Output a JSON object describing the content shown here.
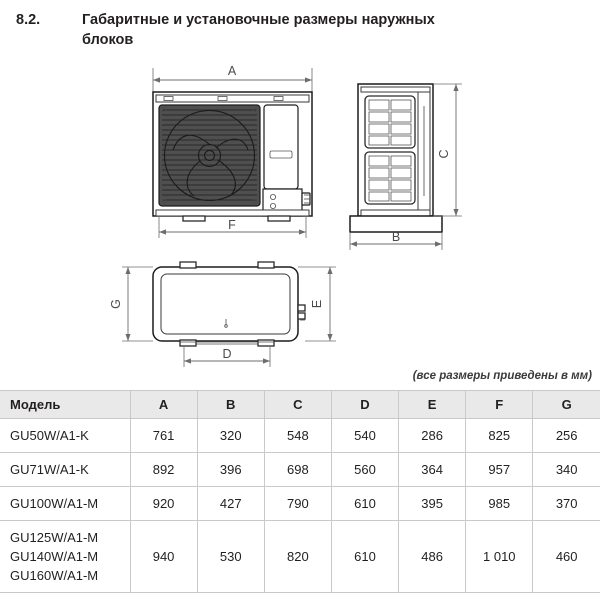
{
  "heading": {
    "number": "8.2.",
    "title": "Габаритные и установочные размеры наружных блоков"
  },
  "drawings": {
    "front_view": {
      "name": "front-view",
      "dimension_top": "A",
      "dimension_bottom": "F"
    },
    "side_view": {
      "name": "side-view",
      "dimension_right": "C",
      "dimension_bottom": "B"
    },
    "top_view": {
      "name": "top-view",
      "dimension_left": "G",
      "dimension_right": "E",
      "dimension_bottom": "D"
    }
  },
  "note": "(все размеры приведены в мм)",
  "table": {
    "headers": [
      "Модель",
      "A",
      "B",
      "C",
      "D",
      "E",
      "F",
      "G"
    ],
    "rows": [
      {
        "models": [
          "GU50W/A1-K"
        ],
        "values": [
          "761",
          "320",
          "548",
          "540",
          "286",
          "825",
          "256"
        ]
      },
      {
        "models": [
          "GU71W/A1-K"
        ],
        "values": [
          "892",
          "396",
          "698",
          "560",
          "364",
          "957",
          "340"
        ]
      },
      {
        "models": [
          "GU100W/A1-M"
        ],
        "values": [
          "920",
          "427",
          "790",
          "610",
          "395",
          "985",
          "370"
        ]
      },
      {
        "models": [
          "GU125W/A1-M",
          "GU140W/A1-M",
          "GU160W/A1-M"
        ],
        "values": [
          "940",
          "530",
          "820",
          "610",
          "486",
          "1 010",
          "460"
        ]
      }
    ]
  },
  "colors": {
    "header_bg": "#e9e9e9",
    "border": "#c9c9c9",
    "text": "#231f20",
    "dim_line": "#6d6d6d",
    "grille": "#4f4f4f"
  }
}
